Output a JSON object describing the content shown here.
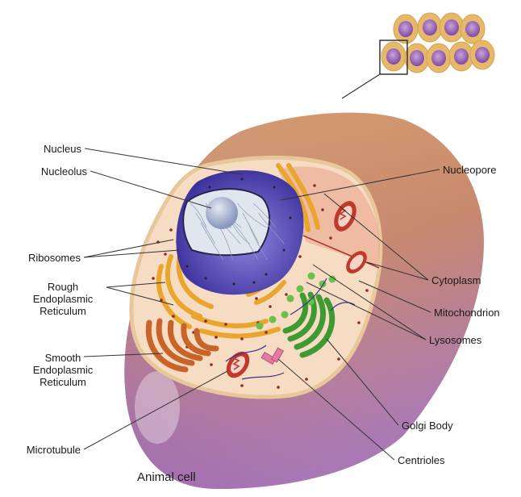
{
  "diagram": {
    "caption": "Animal cell",
    "labels": {
      "nucleus": "Nucleus",
      "nucleolus": "Nucleolus",
      "ribosomes": "Ribosomes",
      "rough_er": [
        "Rough",
        "Endoplasmic",
        "Reticulum"
      ],
      "smooth_er": [
        "Smooth",
        "Endoplasmic",
        "Reticulum"
      ],
      "microtubule": "Microtubule",
      "nucleopore": "Nucleopore",
      "cytoplasm": "Cytoplasm",
      "mitochondrion": "Mitochondrion",
      "lysosomes": "Lysosomes",
      "golgi_body": "Golgi Body",
      "centrioles": "Centrioles"
    },
    "colors": {
      "membrane_outer": "#c98a5a",
      "cytoplasm": "#f6dcc2",
      "nucleus": "#4a3fb0",
      "nucleolus": "#9aa6c8",
      "rough_er": "#f0b43c",
      "smooth_er": "#c8642a",
      "golgi": "#4aa83a",
      "mitochondrion": "#c0392b",
      "lysosome": "#6cbf4a",
      "centriole": "#e07aa0",
      "tissue_cell": "#e6b96a",
      "tissue_nucleus": "#8e5aa8"
    }
  }
}
